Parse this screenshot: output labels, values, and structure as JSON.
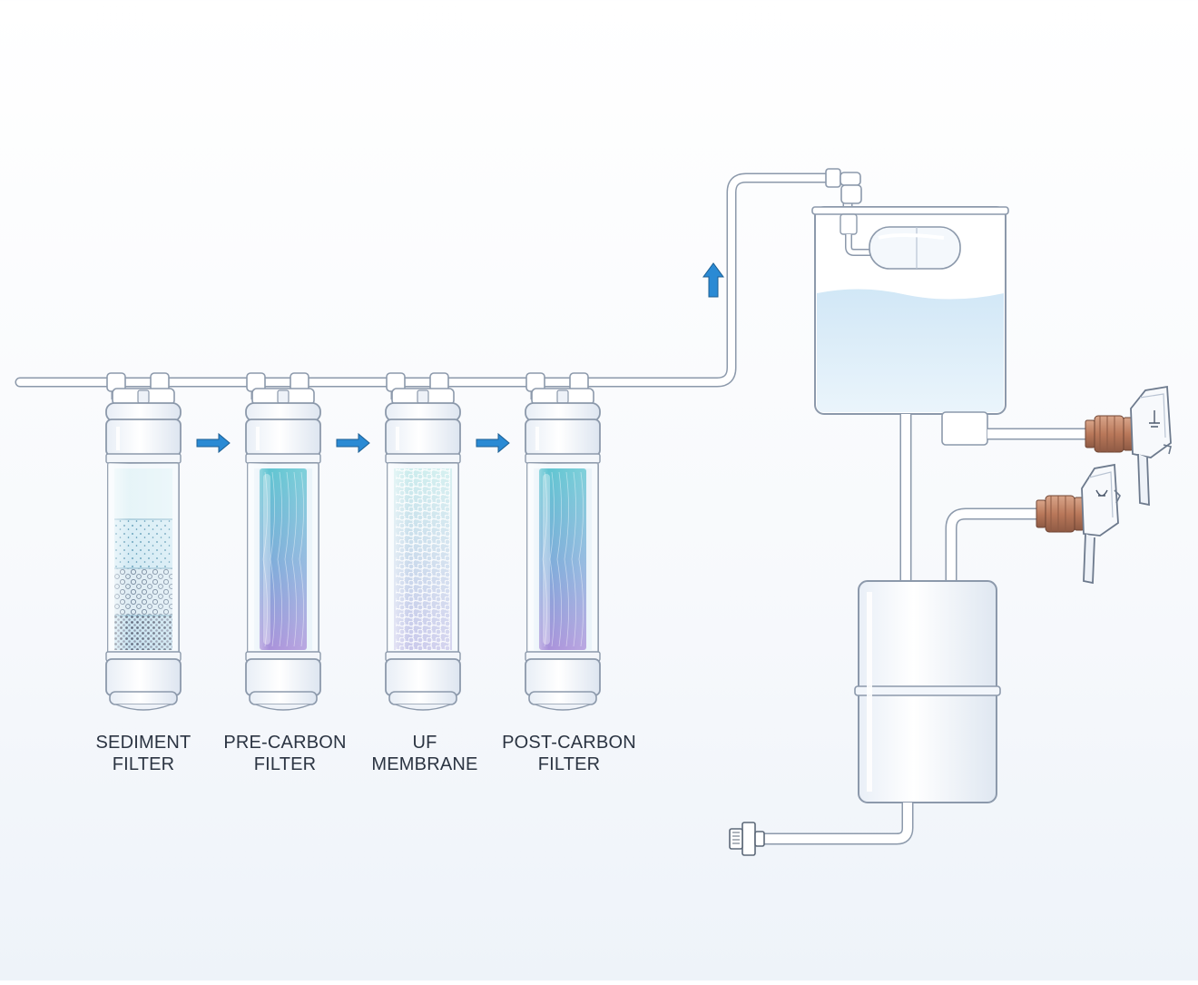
{
  "filters": [
    {
      "line1": "SEDIMENT",
      "line2": "FILTER",
      "media": "sediment"
    },
    {
      "line1": "PRE-CARBON",
      "line2": "FILTER",
      "media": "carbon"
    },
    {
      "line1": "UF",
      "line2": "MEMBRANE",
      "media": "membrane"
    },
    {
      "line1": "POST-CARBON",
      "line2": "FILTER",
      "media": "carbon"
    }
  ],
  "colors": {
    "pipe": "#ffffff",
    "pipe_outline": "#8c99ab",
    "arrow": "#2a8ad4",
    "water": "#d6ebf8",
    "carbon_top": "#5ec3cf",
    "carbon_bottom": "#a08cd6",
    "copper": "#b9785a",
    "label": "#2b3442"
  },
  "icons": [
    "flow-arrow-icon",
    "up-arrow-icon",
    "faucet-icon",
    "drain-valve-icon"
  ]
}
